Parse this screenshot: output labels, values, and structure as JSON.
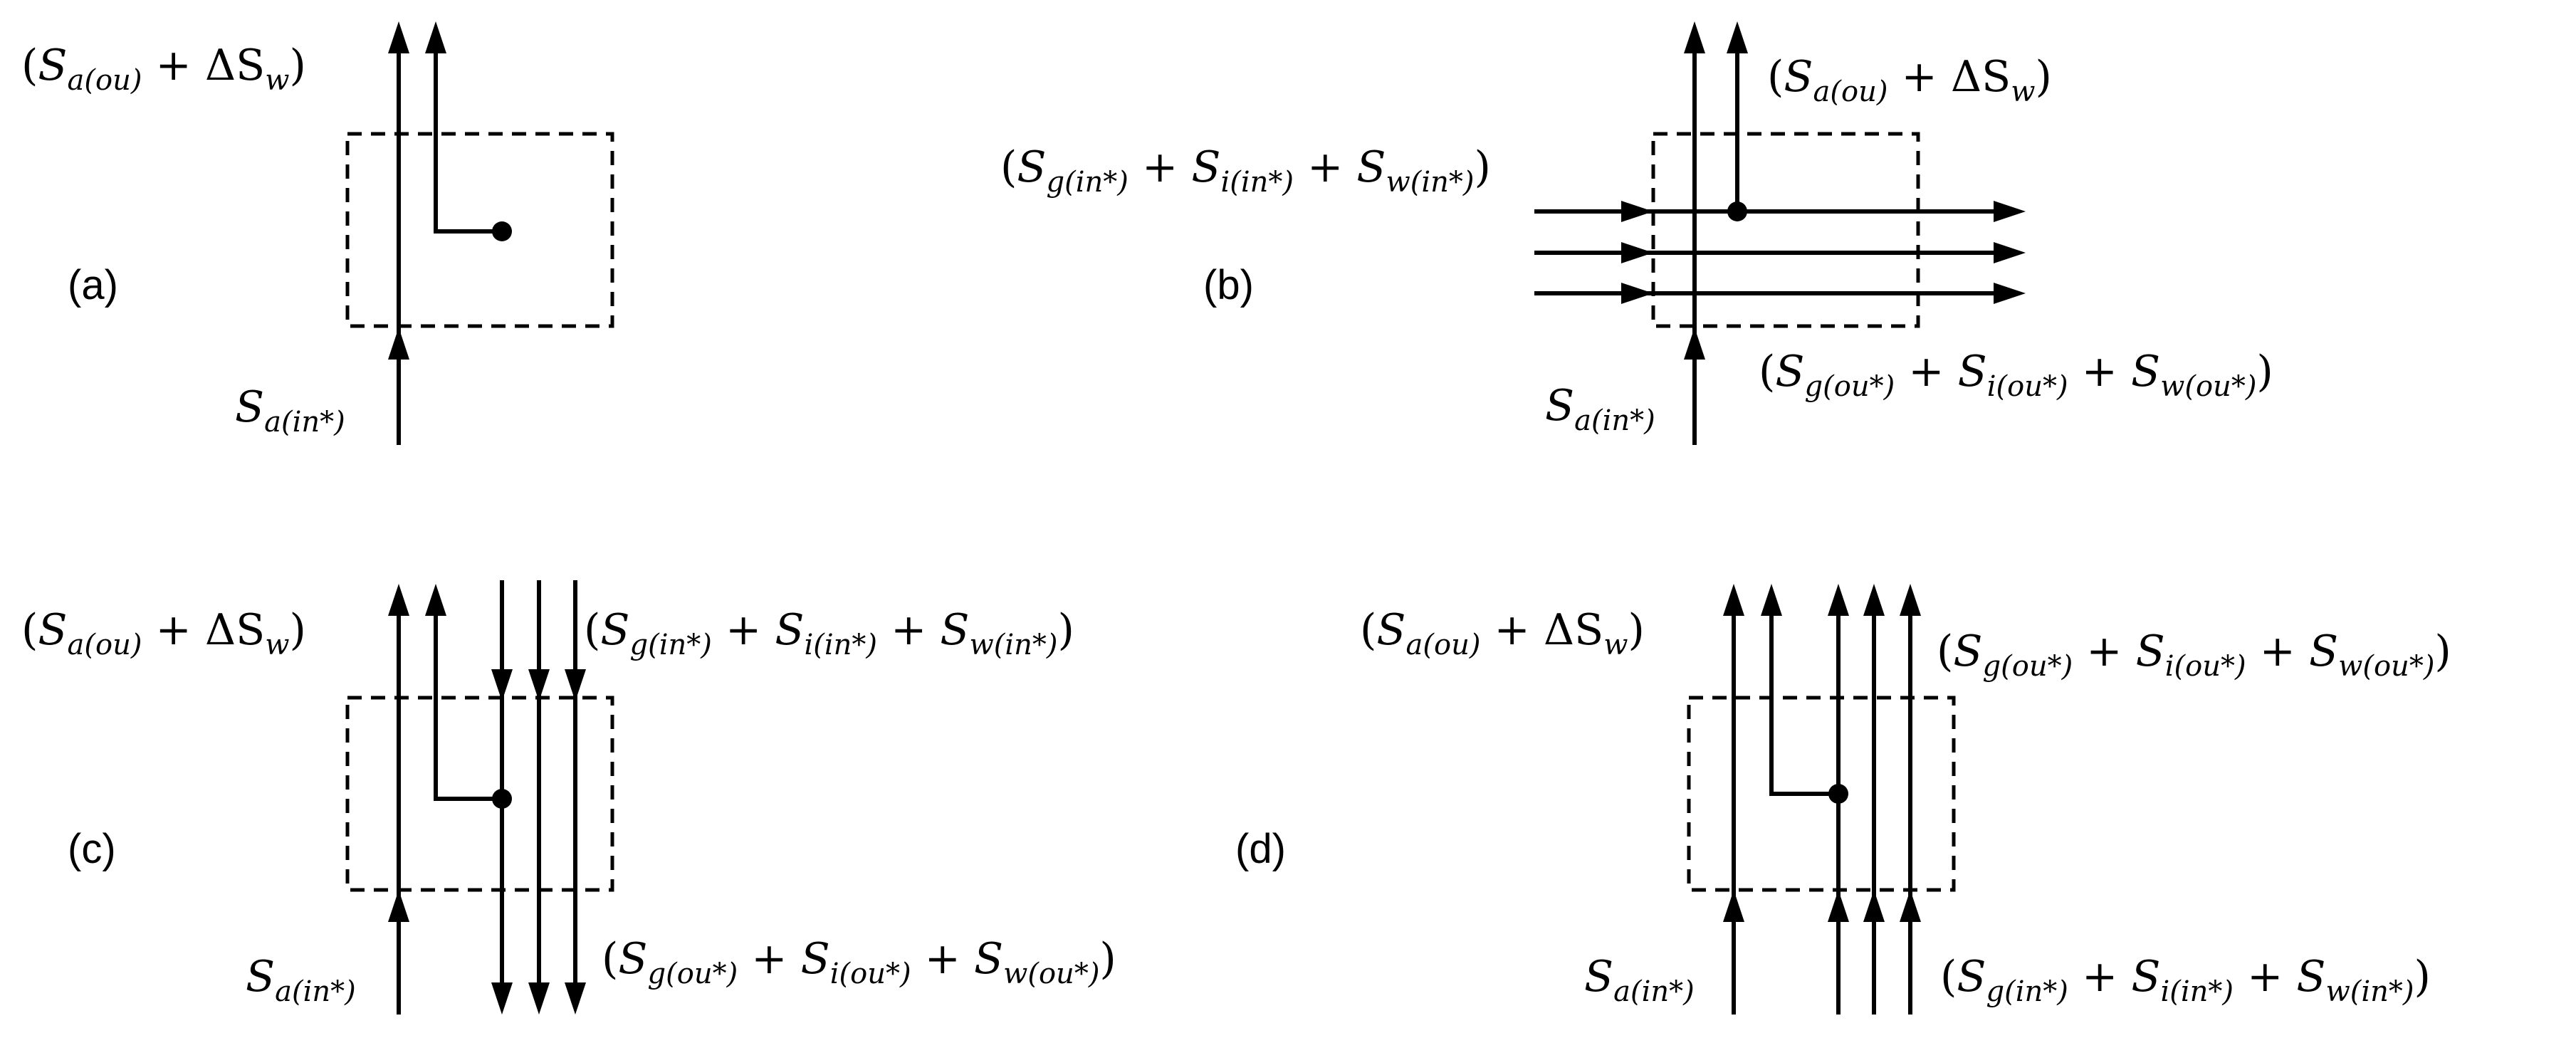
{
  "panels": [
    {
      "label": "(a)"
    },
    {
      "label": "(b)"
    },
    {
      "label": "(c)"
    },
    {
      "label": "(d)"
    }
  ],
  "formulas": {
    "air_out": {
      "open": "(",
      "S": "S",
      "sub": "a(ou)",
      "op": " + ΔS",
      "sub2": "w",
      "close": ")"
    },
    "air_in": {
      "S": "S",
      "sub": "a(in*)"
    },
    "sum_in": {
      "open": "(",
      "t1": "S",
      "s1": "g(in*)",
      "t2": " + S",
      "s2": "i(in*)",
      "t3": " + S",
      "s3": "w(in*)",
      "close": ")"
    },
    "sum_out": {
      "open": "(",
      "t1": "S",
      "s1": "g(ou*)",
      "t2": " + S",
      "s2": "i(ou*)",
      "t3": " + S",
      "s3": "w(ou*)",
      "close": ")"
    }
  },
  "colors": {
    "line": "#000000",
    "background": "#ffffff"
  }
}
